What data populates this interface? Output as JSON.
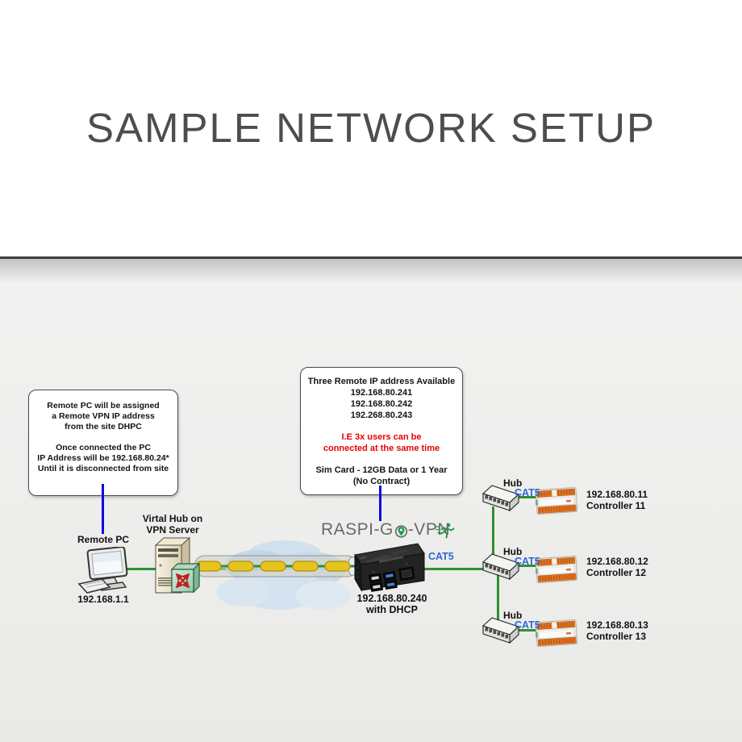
{
  "title": "SAMPLE NETWORK SETUP",
  "colors": {
    "title_gray": "#4d4d4d",
    "green_line": "#2f9031",
    "blue_line": "#0b0bdf",
    "cat5_blue": "#2d68d8",
    "warning_red": "#e80000",
    "tunnel_yellow": "#e6c31d"
  },
  "remote_pc_note": {
    "lines": [
      "Remote PC will be assigned",
      "a Remote VPN IP address",
      "from the site DHPC",
      "",
      "Once connected the PC",
      "IP Address will be 192.168.80.24*",
      "Until it is disconnected from site"
    ]
  },
  "sim_note": {
    "ip_lines": [
      "Three Remote IP address Available",
      "192.168.80.241",
      "192.168.80.242",
      "192.268.80.243"
    ],
    "warning_lines": [
      "I.E 3x users can be",
      "connected at the same time"
    ],
    "sim_lines": [
      "Sim Card - 12GB Data or 1 Year",
      "(No Contract)"
    ]
  },
  "remote_pc": {
    "label": "Remote PC",
    "ip": "192.168.1.1"
  },
  "vpn_server": {
    "label_lines": [
      "Virtal Hub on",
      "VPN Server"
    ]
  },
  "raspi": {
    "logo_left": "RASPI-G",
    "logo_right": "-VPN",
    "cat5": "CAT5",
    "ip": "192.168.80.240",
    "dhcp_note": "with DHCP"
  },
  "hubs": [
    {
      "label": "Hub",
      "cat5": "CAT5",
      "ip": "192.168.80.11",
      "controller": "Controller 11"
    },
    {
      "label": "Hub",
      "cat5": "CAT5",
      "ip": "192.168.80.12",
      "controller": "Controller 12"
    },
    {
      "label": "Hub",
      "cat5": "CAT5",
      "ip": "192.168.80.13",
      "controller": "Controller 13"
    }
  ],
  "icons": {
    "remote_pc": "desktop-pc-icon",
    "vpn_server": "server-router-icon",
    "wan": "cloud-vpn-tunnel-icon",
    "raspi": "raspberry-pi-case-icon",
    "pin": "location-pin-icon",
    "runner": "running-man-icon",
    "hub": "network-hub-icon",
    "controller": "din-controller-icon"
  }
}
